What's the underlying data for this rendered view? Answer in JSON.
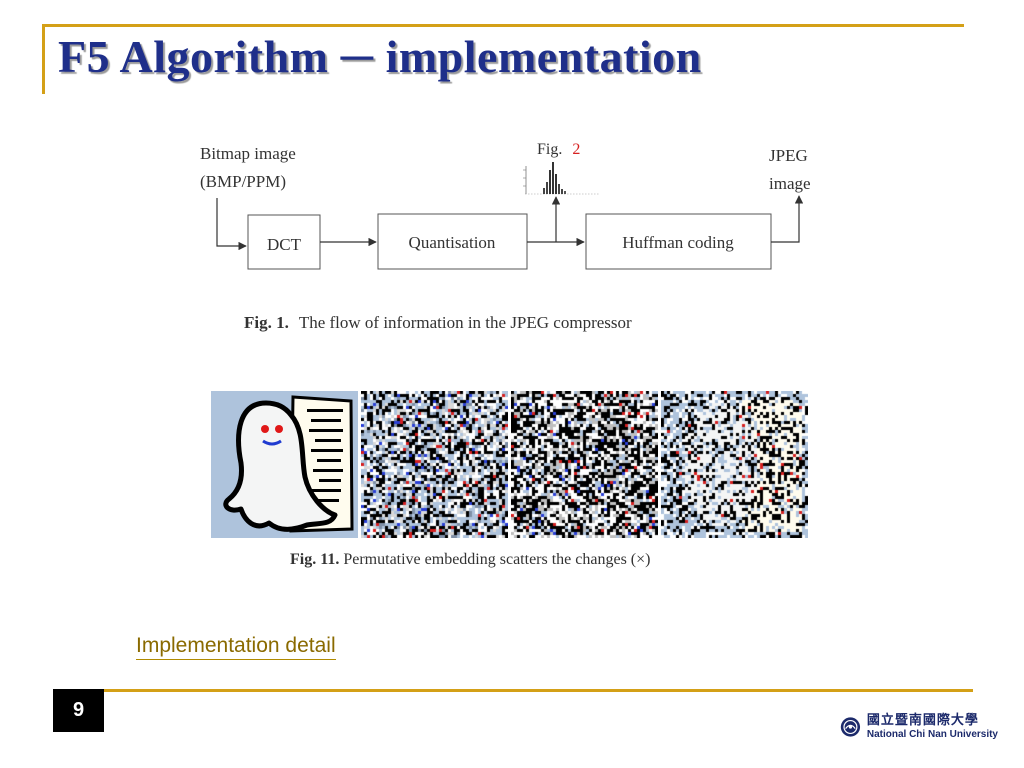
{
  "slide": {
    "title": "F5 Algorithm ─ implementation",
    "page_number": "9",
    "link_text": "Implementation detail"
  },
  "diagram": {
    "input_label_line1": "Bitmap image",
    "input_label_line2": "(BMP/PPM)",
    "fig_ref_prefix": "Fig.",
    "fig_ref_number": "2",
    "output_label_line1": "JPEG",
    "output_label_line2": "image",
    "box_dct": "DCT",
    "box_quant": "Quantisation",
    "box_huffman": "Huffman coding",
    "caption_bold": "Fig. 1.",
    "caption_text": "The flow of information in the JPEG compressor"
  },
  "figure11": {
    "caption_bold": "Fig. 11.",
    "caption_text": "Permutative embedding scatters the changes (×)"
  },
  "logo": {
    "chinese": "國立暨南國際大學",
    "english": "National Chi Nan University"
  },
  "colors": {
    "title": "#1f2f8a",
    "rule": "#d4a017",
    "fig_ref_red": "#d62020",
    "link": "#8a6a00",
    "ghost_background": "#aec3dc"
  },
  "icons": {
    "logo_seal": "ncnu-seal-icon"
  }
}
